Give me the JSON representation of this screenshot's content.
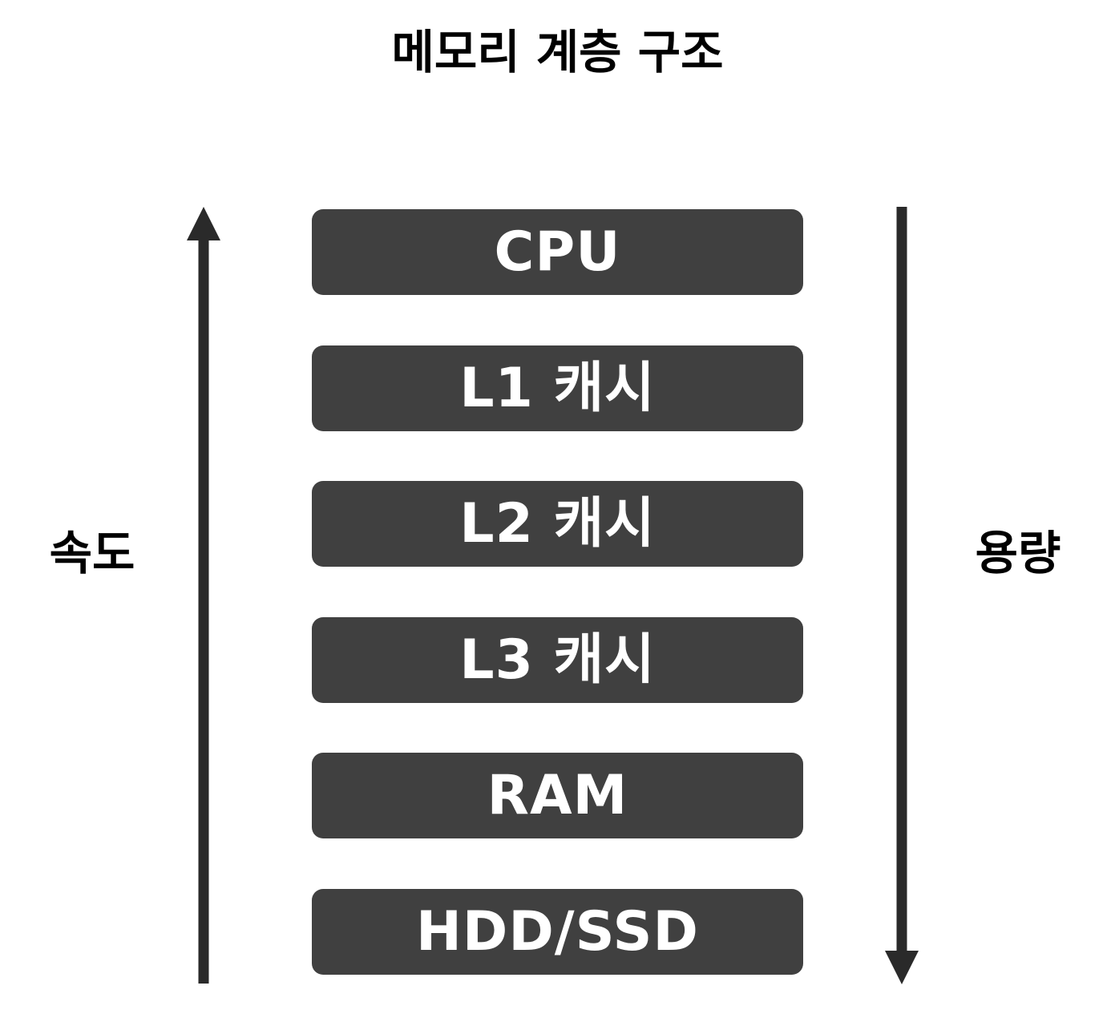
{
  "title": "메모리 계층 구조",
  "left_axis": {
    "label": "속도",
    "direction": "up"
  },
  "right_axis": {
    "label": "용량",
    "direction": "down"
  },
  "layers": [
    {
      "label": "CPU"
    },
    {
      "label": "L1 캐시"
    },
    {
      "label": "L2 캐시"
    },
    {
      "label": "L3 캐시"
    },
    {
      "label": "RAM"
    },
    {
      "label": "HDD/SSD"
    }
  ],
  "colors": {
    "box_fill": "#404040",
    "box_text": "#ffffff",
    "arrow": "#2a2a2a",
    "text": "#000000",
    "background": "#ffffff"
  }
}
